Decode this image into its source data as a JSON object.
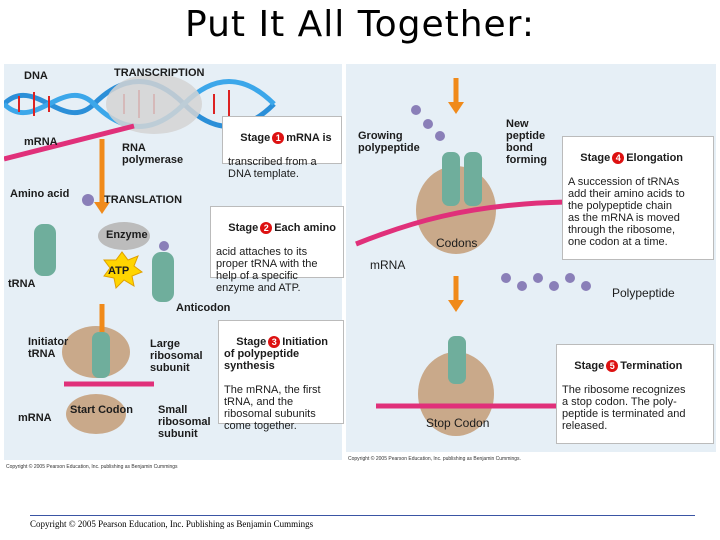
{
  "title": "Put It All Together:",
  "left": {
    "dna": "DNA",
    "transcription": "TRANSCRIPTION",
    "mrna_top": "mRNA",
    "rna_polymerase": "RNA\npolymerase",
    "stage1": {
      "label": "Stage",
      "num": "1",
      "head": "mRNA is",
      "text": "transcribed from a\nDNA template."
    },
    "amino_acid": "Amino acid",
    "translation": "TRANSLATION",
    "enzyme": "Enzyme",
    "atp": "ATP",
    "trna": "tRNA",
    "stage2": {
      "label": "Stage",
      "num": "2",
      "head": "Each amino",
      "text": "acid attaches to its\nproper tRNA with the\nhelp of a specific\nenzyme and ATP."
    },
    "anticodon": "Anticodon",
    "initiator_trna": "Initiator\ntRNA",
    "large_subunit": "Large\nribosomal\nsubunit",
    "stage3": {
      "label": "Stage",
      "num": "3",
      "head": "Initiation\nof polypeptide\nsynthesis",
      "text": "The mRNA, the first\ntRNA, and the\nribosomal subunits\ncome together."
    },
    "mrna_bottom": "mRNA",
    "start_codon": "Start Codon",
    "small_subunit": "Small\nribosomal\nsubunit",
    "copyright": "Copyright © 2005 Pearson Education, Inc. publishing as Benjamin Cummings"
  },
  "right": {
    "new_peptide": "New\npeptide\nbond\nforming",
    "growing": "Growing\npolypeptide",
    "stage4": {
      "label": "Stage",
      "num": "4",
      "head": "Elongation",
      "text": "A succession of tRNAs\nadd their amino acids to\nthe polypeptide chain\nas the mRNA is moved\nthrough the ribosome,\none codon at a time."
    },
    "codons": "Codons",
    "mrna": "mRNA",
    "polypeptide": "Polypeptide",
    "stage5": {
      "label": "Stage",
      "num": "5",
      "head": "Termination",
      "text": "The ribosome recognizes\na stop codon. The poly-\npeptide is terminated and\nreleased."
    },
    "stop_codon": "Stop Codon",
    "copyright": "Copyright © 2005 Pearson Education, Inc. publishing as Benjamin Cummings."
  },
  "footer": "Copyright © 2005 Pearson Education, Inc. Publishing as Benjamin Cummings",
  "colors": {
    "panel_bg": "#e6eff6",
    "stage_badge": "#dd1111",
    "ribosome": "#c9a98a",
    "trna": "#6fae9c",
    "mrna": "#e0307a",
    "arrow": "#f08a1a",
    "atp": "#ffd500"
  }
}
